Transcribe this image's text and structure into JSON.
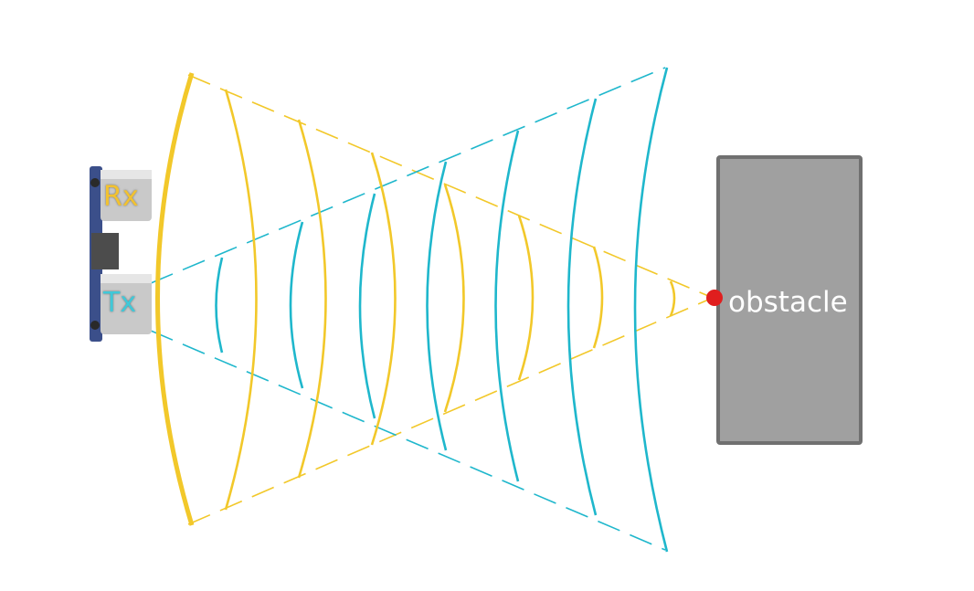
{
  "labels": {
    "receiver": "Rx",
    "transmitter": "Tx",
    "obstacle": "obstacle"
  },
  "colors": {
    "echo_wave": "#f2c82a",
    "emitted_wave": "#1fb7cc",
    "obstacle_fill": "#a0a0a0",
    "obstacle_border": "#707070",
    "reflection_point": "#e01e1e",
    "sensor_body": "#3b4f8a",
    "transducer": "#c9c9c9"
  },
  "icons": {
    "sensor": "ultrasonic-sensor-icon",
    "reflection": "reflection-point-icon"
  }
}
